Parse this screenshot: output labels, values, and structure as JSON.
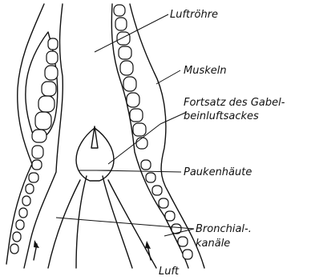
{
  "labels": {
    "trachea": "Luftröhre",
    "muscles": "Muskeln",
    "process_line1": "Fortsatz des Gabel-",
    "process_line2": "beinluftsackes",
    "tympanic": "Paukenhäute",
    "bronchi_line1": "Bronchial-.",
    "bronchi_line2": "kanäle",
    "air": "Luft"
  }
}
